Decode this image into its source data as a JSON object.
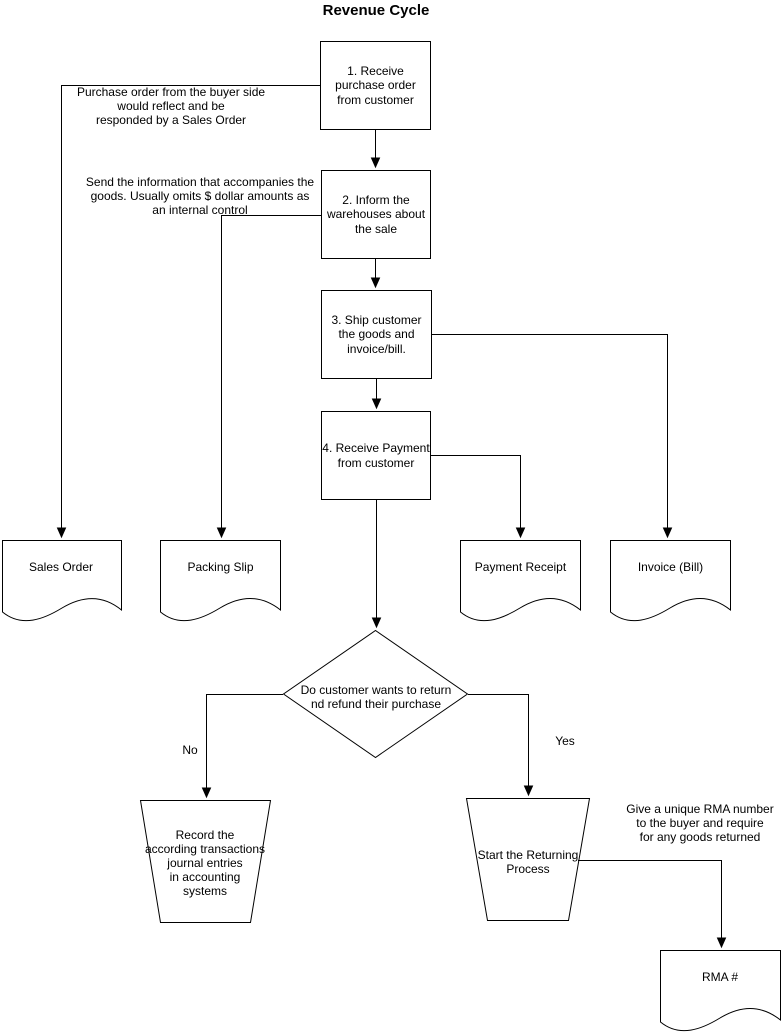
{
  "diagram": {
    "title": "Revenue Cycle",
    "steps": {
      "step1": "1. Receive\npurchase order\nfrom customer",
      "step2": "2. Inform the\nwarehouses about\nthe sale",
      "step3": "3. Ship customer\nthe goods and\ninvoice/bill.",
      "step4": "4. Receive Payment\nfrom customer"
    },
    "decision": "Do customer wants to return\nnd refund their purchase",
    "branch_labels": {
      "no": "No",
      "yes": "Yes"
    },
    "documents": {
      "sales_order": "Sales Order",
      "packing_slip": "Packing Slip",
      "payment_receipt": "Payment Receipt",
      "invoice_bill": "Invoice (Bill)",
      "rma": "RMA #"
    },
    "operations": {
      "record_journal": "Record the\naccording transactions\njournal entries\nin accounting\nsystems",
      "start_return": "Start the Returning\nProcess"
    },
    "annotations": {
      "purchase_order_note": "Purchase order from the buyer side\nwould reflect and be\nresponded by a Sales Order",
      "packing_slip_note": "Send the information that accompanies the\ngoods. Usually omits $ dollar amounts as\nan internal control",
      "rma_note": "Give a unique RMA number\nto the buyer and require\nfor any goods returned"
    },
    "colors": {
      "stroke": "#000000",
      "fill": "#ffffff",
      "text": "#000000",
      "background": "#ffffff"
    }
  }
}
